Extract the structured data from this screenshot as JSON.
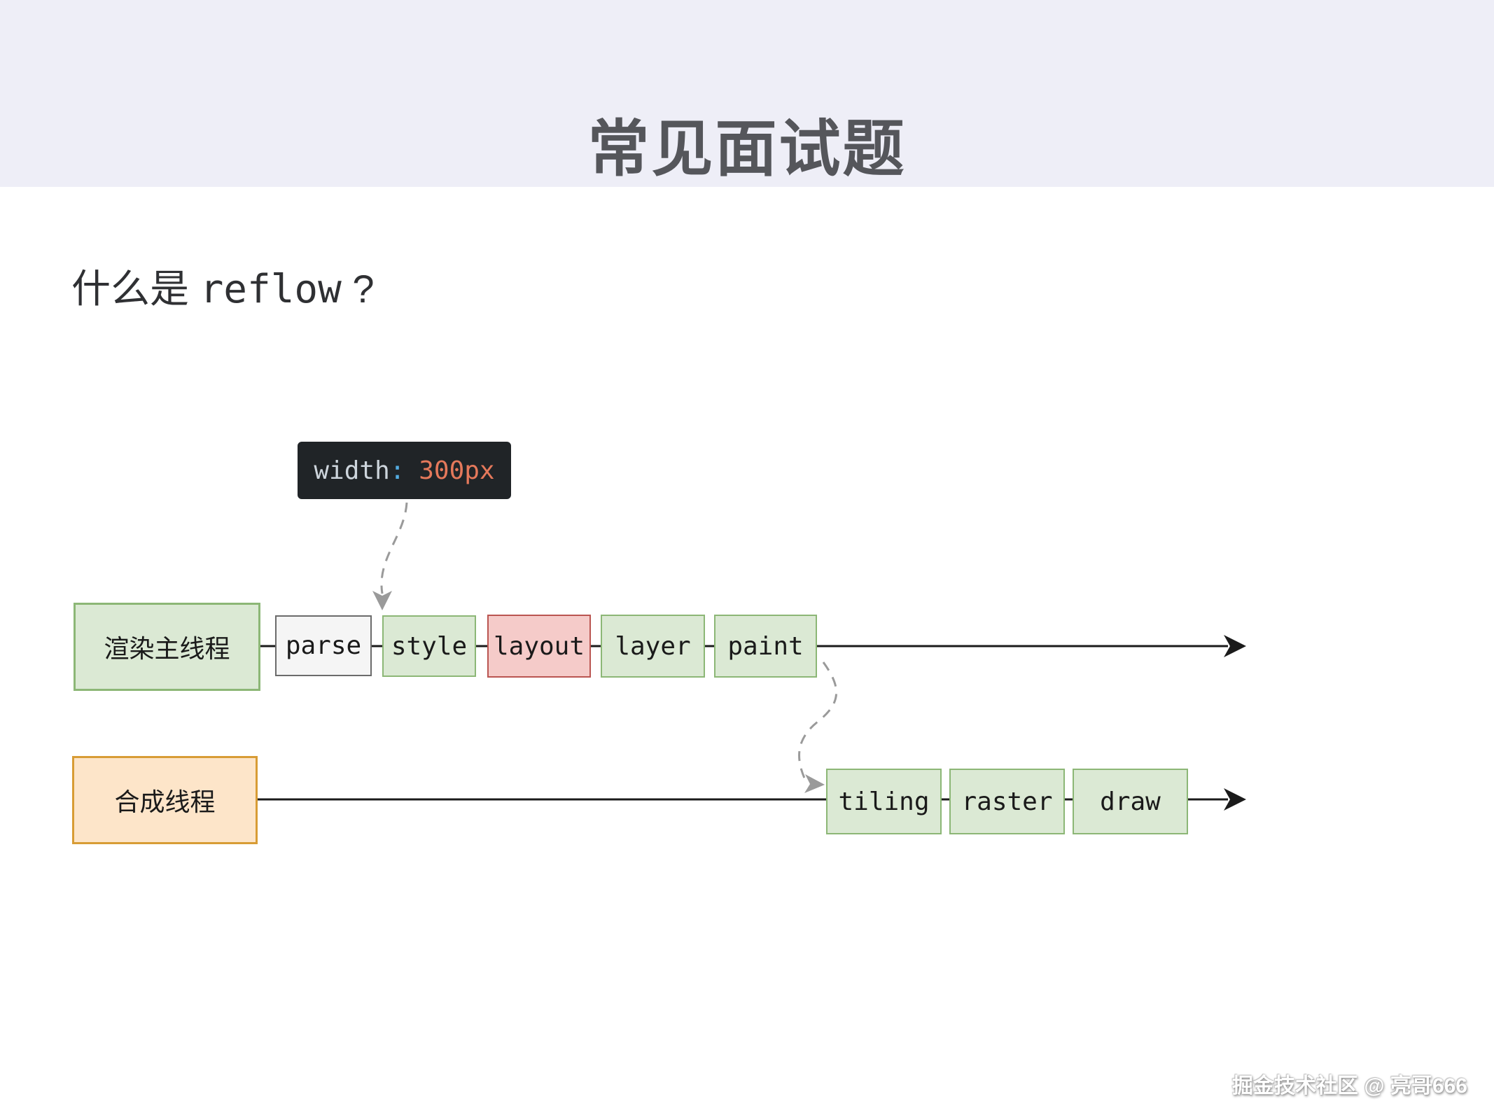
{
  "banner": {
    "title": "常见面试题"
  },
  "question": {
    "prefix": "什么是 ",
    "keyword": "reflow",
    "suffix": " ?"
  },
  "tooltip": {
    "property": "width",
    "separator": ":",
    "value": "300px"
  },
  "main_thread": {
    "label": "渲染主线程",
    "steps": [
      {
        "label": "parse",
        "type": "gray"
      },
      {
        "label": "style",
        "type": "green"
      },
      {
        "label": "layout",
        "type": "red"
      },
      {
        "label": "layer",
        "type": "green"
      },
      {
        "label": "paint",
        "type": "green"
      }
    ]
  },
  "compositor_thread": {
    "label": "合成线程",
    "steps": [
      {
        "label": "tiling",
        "type": "green"
      },
      {
        "label": "raster",
        "type": "green"
      },
      {
        "label": "draw",
        "type": "green"
      }
    ]
  },
  "watermark": {
    "text": "掘金技术社区 @ 亮哥666"
  },
  "colors": {
    "banner_bg": "#eeeef7",
    "title_color": "#55565b",
    "green_fill": "#dbe9d4",
    "green_border": "#8cb776",
    "gray_fill": "#f5f5f5",
    "gray_border": "#6b6b6b",
    "red_fill": "#f5cbc9",
    "red_border": "#ba5551",
    "orange_fill": "#fde5c9",
    "orange_border": "#d89c35",
    "tooltip_bg": "#202427",
    "tooltip_prop": "#cdd5dc",
    "tooltip_sep": "#54ade2",
    "tooltip_val": "#e5795b",
    "line_color": "#1b1b1b",
    "dashed_color": "#9a9a9a"
  }
}
